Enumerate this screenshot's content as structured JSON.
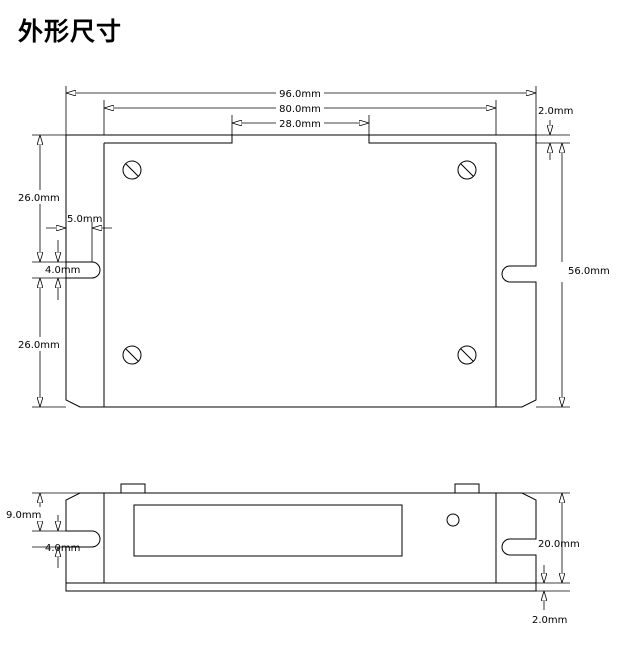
{
  "title": "外形尺寸",
  "dimensions": {
    "top_width_96": "96.0mm",
    "top_width_80": "80.0mm",
    "top_width_28": "28.0mm",
    "top_edge_2": "2.0mm",
    "left_upper_26": "26.0mm",
    "slot_offset_5": "5.0mm",
    "slot_width_4_top": "4.0mm",
    "left_lower_26": "26.0mm",
    "height_56": "56.0mm",
    "side_9": "9.0mm",
    "slot_width_4_side": "4.0mm",
    "side_height_20": "20.0mm",
    "side_base_2": "2.0mm"
  }
}
